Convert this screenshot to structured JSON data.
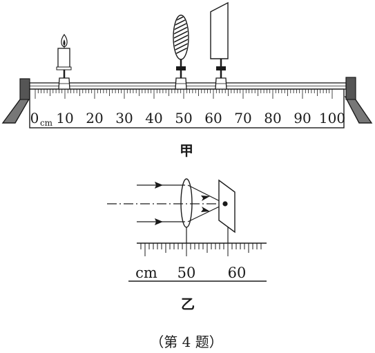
{
  "figure_a": {
    "ruler_unit": "cm",
    "ruler_zero": "0",
    "ruler_min": 0,
    "ruler_max": 100,
    "major_labels": [
      "10",
      "20",
      "30",
      "40",
      "50",
      "60",
      "70",
      "80",
      "90",
      "100"
    ],
    "candle_position_cm": 8,
    "lens_position_cm": 50,
    "screen_position_cm": 65,
    "caption": "甲"
  },
  "figure_b": {
    "unit": "cm",
    "labels": [
      "50",
      "60"
    ],
    "lens_position_cm": 50,
    "screen_position_cm": 60,
    "caption": "乙"
  },
  "problem_label": "（第 4 题）",
  "colors": {
    "ink": "#1a1a1a",
    "paper": "#ffffff",
    "bench": "#555555"
  }
}
